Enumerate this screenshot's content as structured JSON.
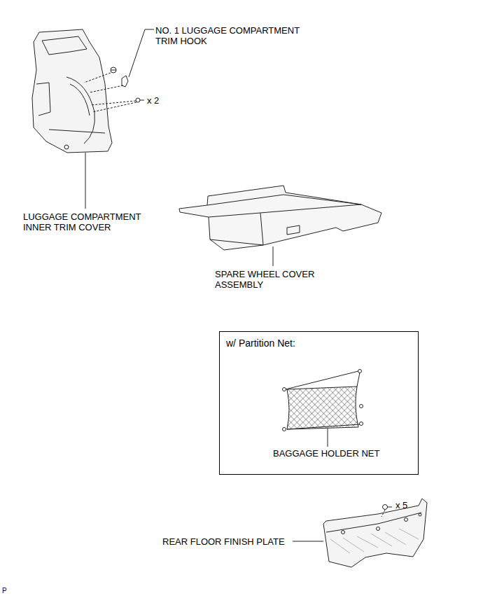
{
  "diagram": {
    "nodes": [
      {
        "text": [
          "w/ Partition Net:",
          "BAGGAGE HOLDER NET"
        ]
      }
    ],
    "labels": [
      "NO. 1 LUGGAGE COMPARTMENT TRIM HOOK",
      "x 2",
      "LUGGAGE COMPARTMENT INNER TRIM COVER",
      "SPARE WHEEL COVER ASSEMBLY",
      "REAR FLOOR FINISH PLATE",
      "x 5",
      "P"
    ]
  }
}
